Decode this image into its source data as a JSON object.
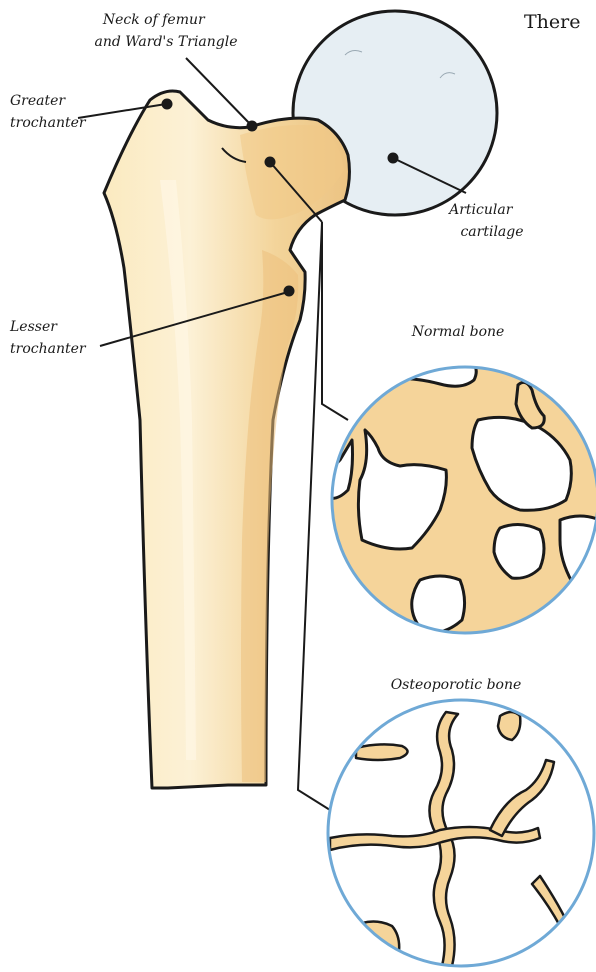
{
  "header_text": "There",
  "labels": {
    "neck": [
      "Neck of femur",
      "and Ward's Triangle"
    ],
    "greater_trochanter": [
      "Greater",
      "trochanter"
    ],
    "articular_cartilage": [
      "Articular",
      "cartilage"
    ],
    "lesser_trochanter": [
      "Lesser",
      "trochanter"
    ],
    "normal_bone": "Normal bone",
    "osteoporotic_bone": "Osteoporotic bone"
  },
  "colors": {
    "bone_fill": "#f9e4b2",
    "bone_shade": "#efc98a",
    "bone_outline": "#1a1a1a",
    "cartilage_fill": "#e6eef3",
    "circle_border": "#6fa9d6",
    "trabecula_fill": "#f5d49a"
  }
}
